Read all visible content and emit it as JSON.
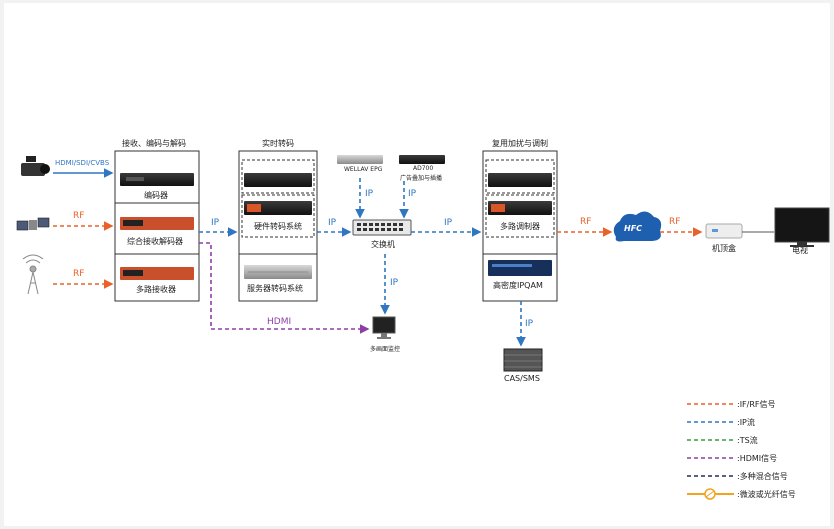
{
  "sections": {
    "recv": "接收、编码与解码",
    "transcode": "实时转码",
    "mux": "复用加扰与调制"
  },
  "devices": {
    "encoder": "编码器",
    "ird": "综合接收解码器",
    "receiver": "多路接收器",
    "hw_transcode": "硬件转码系统",
    "sw_transcode": "服务器转码系统",
    "epg": "WELLAV EPG",
    "ad700_title": "AD700",
    "ad700_sub": "广告叠加与插播",
    "switch": "交换机",
    "monitor": "多画面监控",
    "modulator": "多路调制器",
    "ipqam": "高密度IPQAM",
    "cas": "CAS/SMS",
    "hfc": "HFC",
    "stb": "机顶盒",
    "tv": "电视"
  },
  "signals": {
    "hdmi_in": "HDMI/SDI/CVBS",
    "rf1": "RF",
    "rf2": "RF",
    "ip1": "IP",
    "ip2": "IP",
    "ip3": "IP",
    "ip_epg": "IP",
    "ip_ad": "IP",
    "ip_down": "IP",
    "ip_cas": "IP",
    "hdmi": "HDMI",
    "rf_out": "RF",
    "rf_tv": "RF"
  },
  "legend": [
    {
      "label": ":IF/RF信号",
      "color": "#e8622a",
      "style": "dash"
    },
    {
      "label": ":IP流",
      "color": "#2f77c1",
      "style": "dash"
    },
    {
      "label": ":TS流",
      "color": "#3a9a3a",
      "style": "dash"
    },
    {
      "label": ":HDMI信号",
      "color": "#8e3fa6",
      "style": "dash"
    },
    {
      "label": ":多种混合信号",
      "color": "#1e2e55",
      "style": "dash"
    },
    {
      "label": ":微波或光纤信号",
      "color": "#f0a420",
      "style": "fiber"
    }
  ],
  "colors": {
    "rf": "#e8622a",
    "ip": "#2f77c1",
    "hdmi": "#8e3fa6",
    "mixed": "#1e2e55",
    "fiber": "#f0a420",
    "hdmi_in": "#2f77c1"
  }
}
